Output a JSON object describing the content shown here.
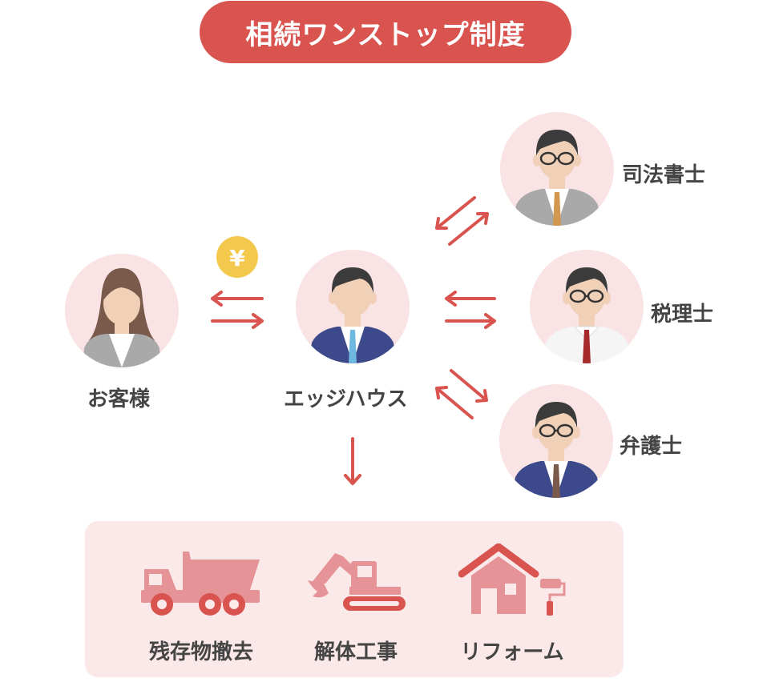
{
  "title": "相続ワンストップ制度",
  "customer": {
    "label": "お客様"
  },
  "company": {
    "label": "エッジハウス"
  },
  "yen_symbol": "¥",
  "partners": [
    {
      "label": "司法書士"
    },
    {
      "label": "税理士"
    },
    {
      "label": "弁護士"
    }
  ],
  "services": [
    {
      "label": "残存物撤去",
      "icon": "dump-truck-icon"
    },
    {
      "label": "解体工事",
      "icon": "excavator-icon"
    },
    {
      "label": "リフォーム",
      "icon": "house-paint-roller-icon"
    }
  ],
  "colors": {
    "accent": "#d9534f",
    "icon_pink": "#e59396",
    "circle_bg": "#f9e3e4",
    "panel_bg": "#fbe9ea",
    "coin": "#f2c94c"
  }
}
